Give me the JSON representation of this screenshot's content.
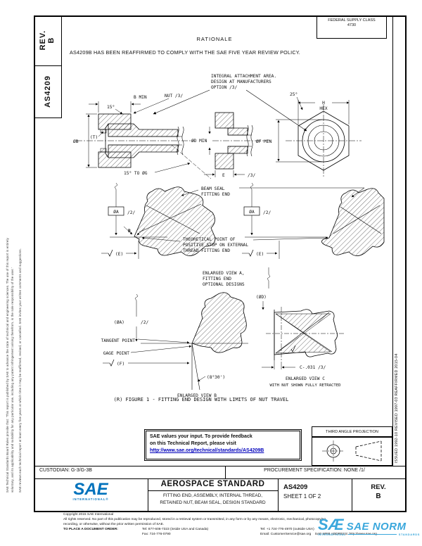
{
  "margins": {
    "left_note_1": "SAE Technical Standards Board Rules provide that: 'This report is published by SAE to advance the state of technical and engineering sciences. The use of this report is entirely",
    "left_note_2": "voluntary, and its applicability and suitability for any particular use, including any patent infringement arising therefrom, is the sole responsibility of the user.'",
    "left_note_3": "SAE reviews each technical report at least every five years at which time it may be reaffirmed, revised, or cancelled. SAE invites your written comments and suggestions.",
    "right_note": "ISSUED 1992-10      REVISED 1997-03      REAFFIRMED 2015-04"
  },
  "header": {
    "rev_label": "REV.",
    "rev_value": "B",
    "doc_number": "AS4209",
    "fsc_line1": "FEDERAL SUPPLY CLASS",
    "fsc_line2": "4730",
    "rationale_title": "RATIONALE",
    "rationale_body": "AS4209B HAS BEEN REAFFIRMED TO COMPLY WITH THE SAE FIVE YEAR REVIEW POLICY."
  },
  "figure": {
    "callouts": {
      "integral": [
        "INTEGRAL ATTACHMENT AREA.",
        "DESIGN AT MANUFACTURERS",
        "OPTION  /3/"
      ],
      "b_min": "B MIN",
      "nut": "NUT /3/",
      "angle_15": "15°",
      "t_ref": "(T)",
      "dia_b": "ØB",
      "dia_d_min": "ØD MIN",
      "cone": "15° TO ØG",
      "e_dim": "E",
      "e_flag": "/3/",
      "hex_chamfer": "25°",
      "h_dim": "H",
      "hex": "HEX",
      "dia_f_min": "ØF MIN",
      "beam_seal": [
        "BEAM SEAL",
        "FITTING END"
      ],
      "dia_a": "ØA",
      "flag_2": "/2/",
      "detail_b": "B",
      "theoretical": [
        "THEORETICAL POINT OF",
        "POSITIVE STOP ON EXTERNAL",
        "THREAD FITTING END"
      ],
      "surface_e": "(E)",
      "enlarged_a": [
        "ENLARGED VIEW A,",
        "FITTING END",
        "OPTIONAL DESIGNS"
      ],
      "dia_a_ref": "(ØA)",
      "tangent_point": "TANGENT POINT",
      "gage_point": "GAGE POINT",
      "surface_f": "(F)",
      "angle_830": "(8°30')",
      "enlarged_b": "ENLARGED VIEW B",
      "dia_d_ref": "(ØD)",
      "c_dim": "C-.031  /3/",
      "enlarged_c": [
        "ENLARGED VIEW C",
        "WITH NUT SHOWN FULLY RETRACTED"
      ]
    },
    "caption": "(R) FIGURE 1 - FITTING END DESIGN WITH LIMITS OF NUT TRAVEL"
  },
  "feedback": {
    "line1": "SAE values your input. To provide feedback",
    "line2": "on this Technical Report, please visit",
    "link": "http://www.sae.org/technical/standards/AS4209B"
  },
  "projection": {
    "label": "THIRD ANGLE PROJECTION"
  },
  "title_block": {
    "custodian": "CUSTODIAN: G-3/G-3B",
    "procurement": "PROCUREMENT SPECIFICATION: NONE /1/",
    "logo_text": "SAE",
    "logo_sub": "INTERNATIONAL®",
    "standard_type": "AEROSPACE STANDARD",
    "subtitle1": "FITTING END, ASSEMBLY, INTERNAL THREAD,",
    "subtitle2": "RETAINED NUT, BEAM SEAL, DESIGN STANDARD",
    "doc_number": "AS4209",
    "sheet": "SHEET 1 OF 2",
    "rev_label": "REV.",
    "rev_value": "B"
  },
  "copyright": {
    "line1": "Copyright 2015 SAE International",
    "line2": "All rights reserved. No part of this publication may be reproduced, stored in a retrieval system or transmitted, in any form or by any means, electronic, mechanical, photocopying,",
    "line3": "recording, or otherwise, without the prior written permission of SAE.",
    "order_label": "TO PLACE A DOCUMENT ORDER:",
    "tel_inside": "Tel: 877-606-7323 (inside USA and Canada)",
    "tel_outside": "Tel: +1 724-776-4970 (outside USA)",
    "fax": "Fax: 724-776-0790",
    "email": "Email: CustomerService@sae.org",
    "web": "SAE WEB ADDRESS: http://www.sae.org"
  },
  "watermark": {
    "logo": "SÆ",
    "name": "SAE NORM",
    "sub_left": "INTERNATIONAL",
    "sub_right": "STANDARDS"
  },
  "colors": {
    "link_blue": "#0000bb",
    "sae_logo_blue": "#0072bc",
    "watermark_blue": "#3aa7dc"
  }
}
